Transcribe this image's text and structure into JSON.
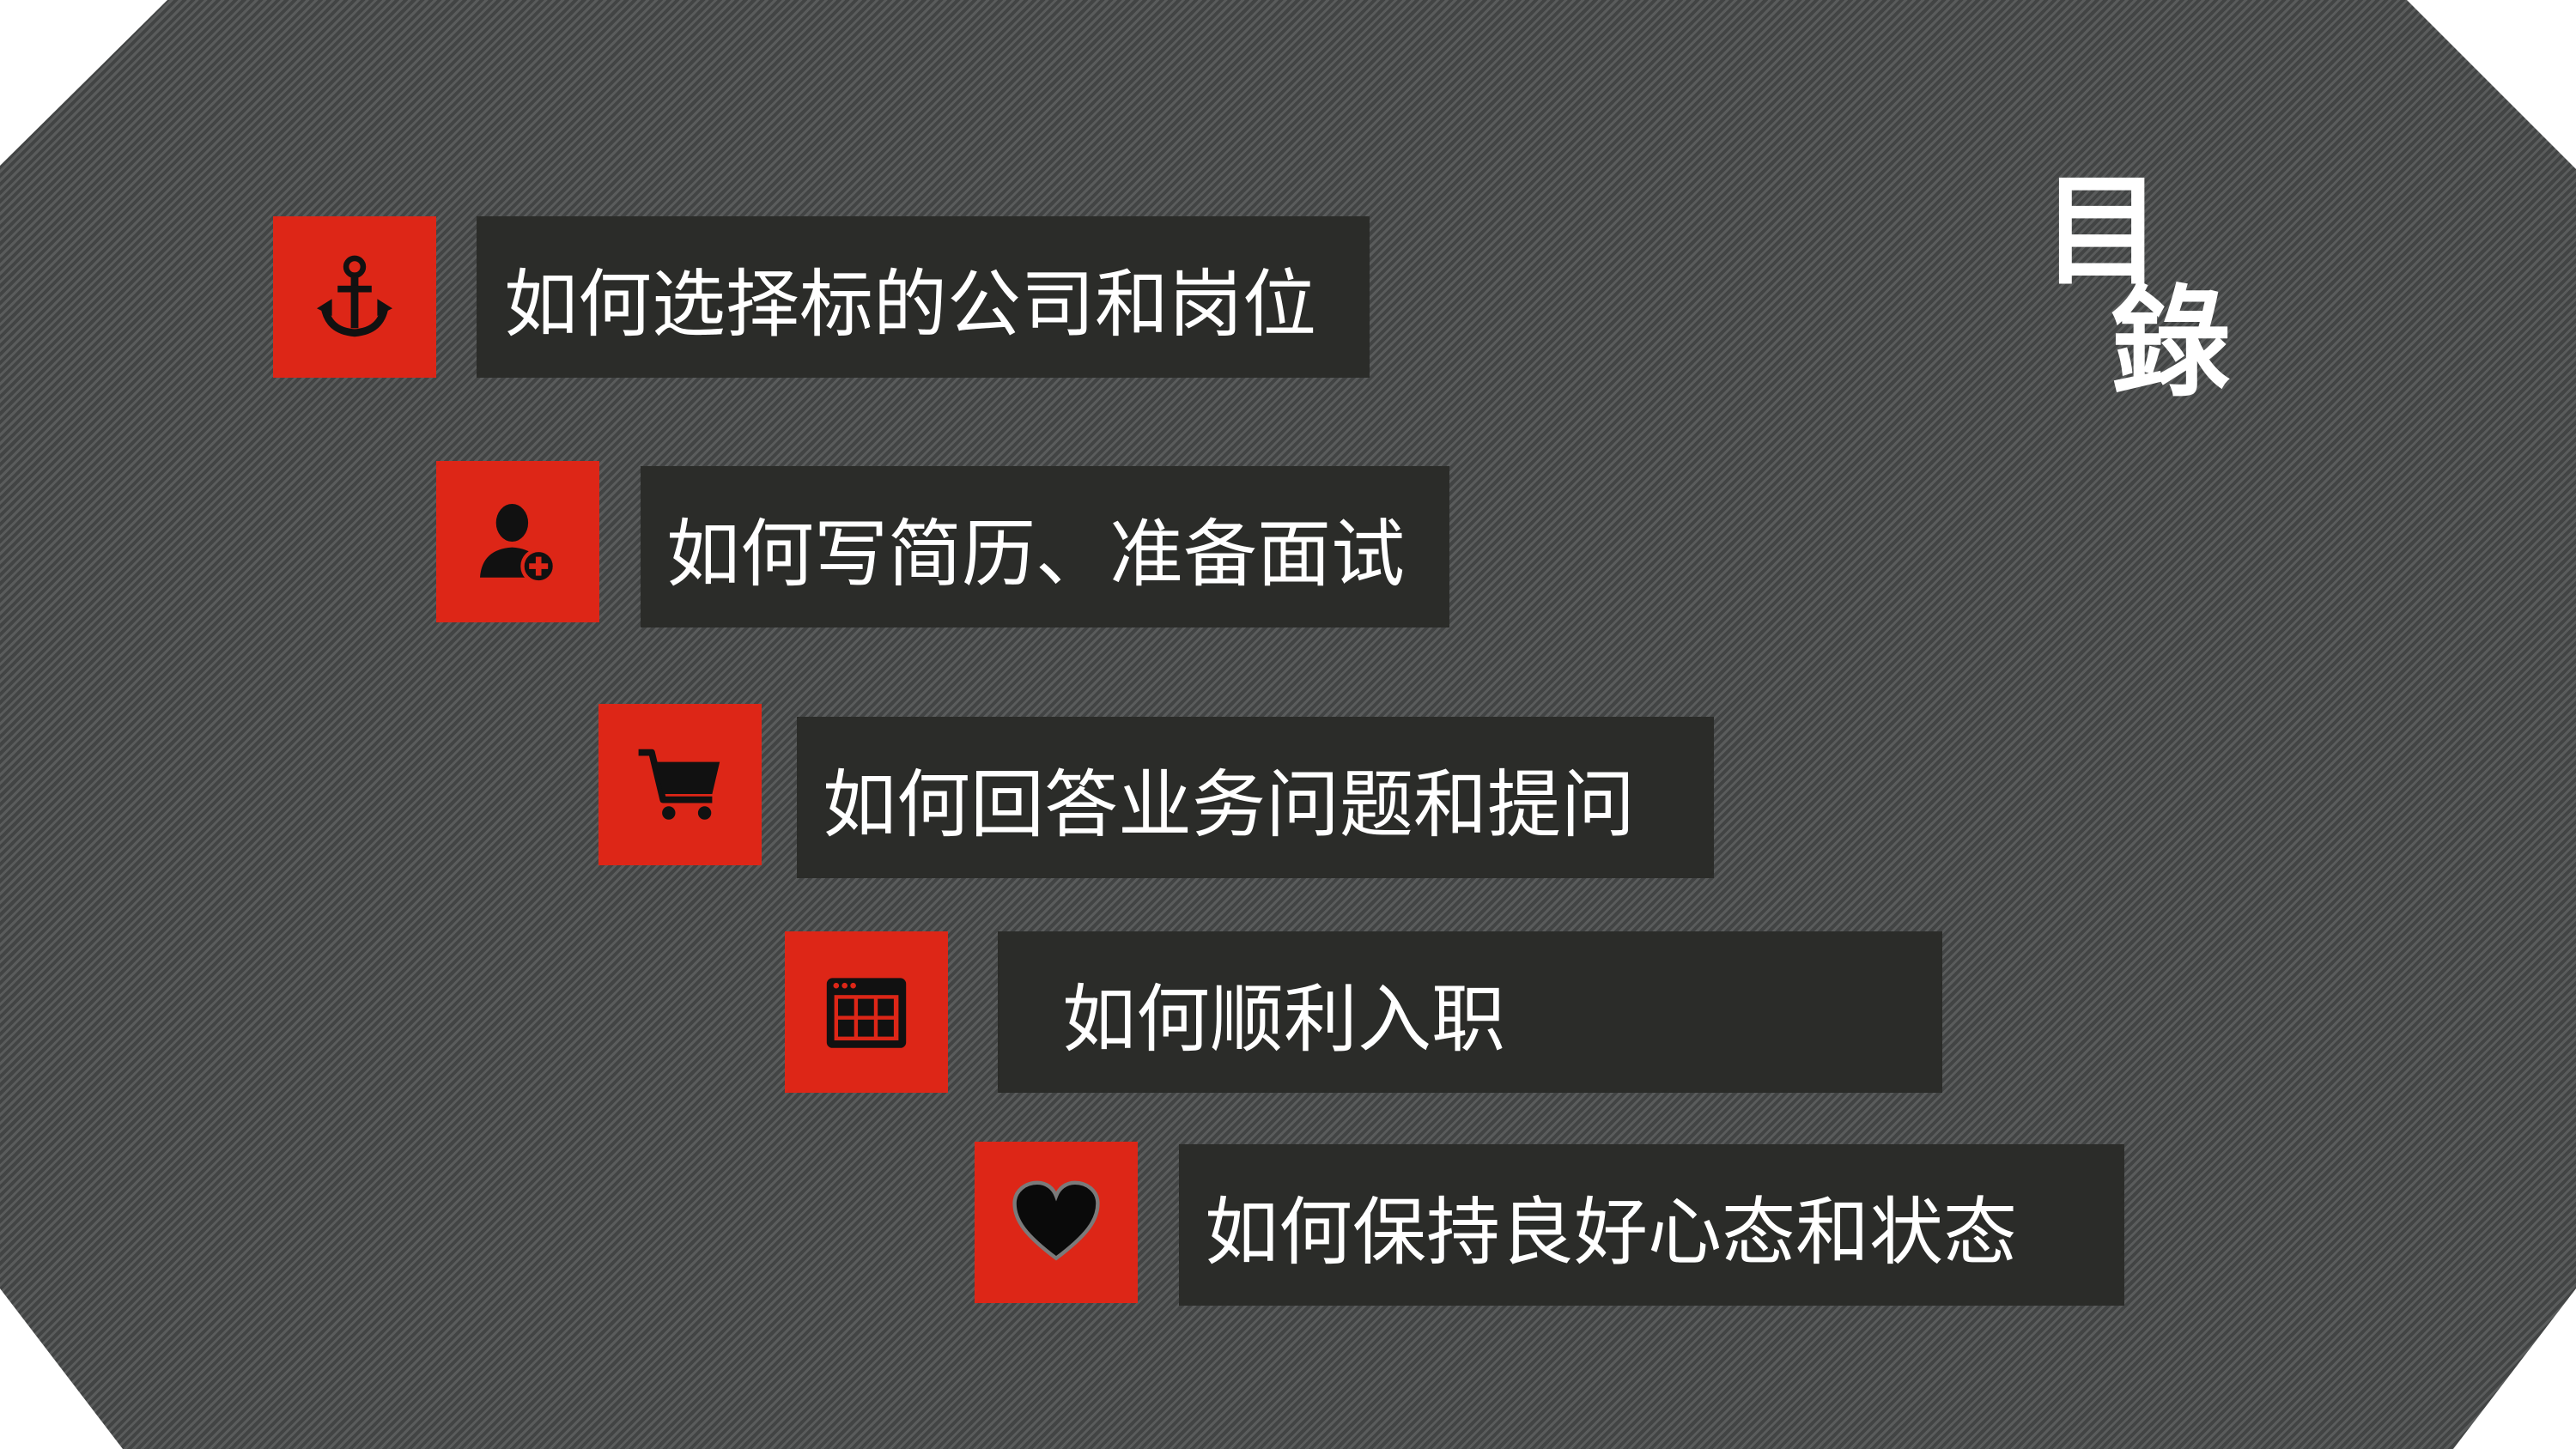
{
  "title": {
    "line1": "目",
    "line2": "錄"
  },
  "items": [
    {
      "label": "如何选择标的公司和岗位",
      "icon": "anchor-icon"
    },
    {
      "label": "如何写简历、准备面试",
      "icon": "user-add-icon"
    },
    {
      "label": "如何回答业务问题和提问",
      "icon": "shopping-cart-icon"
    },
    {
      "label": "如何顺利入职",
      "icon": "calendar-icon"
    },
    {
      "label": "如何保持良好心态和状态",
      "icon": "heart-icon"
    }
  ],
  "colors": {
    "accent": "#dd2617",
    "label_background": "#2b2c29",
    "background": "#4a4c4c",
    "text": "#ffffff"
  }
}
